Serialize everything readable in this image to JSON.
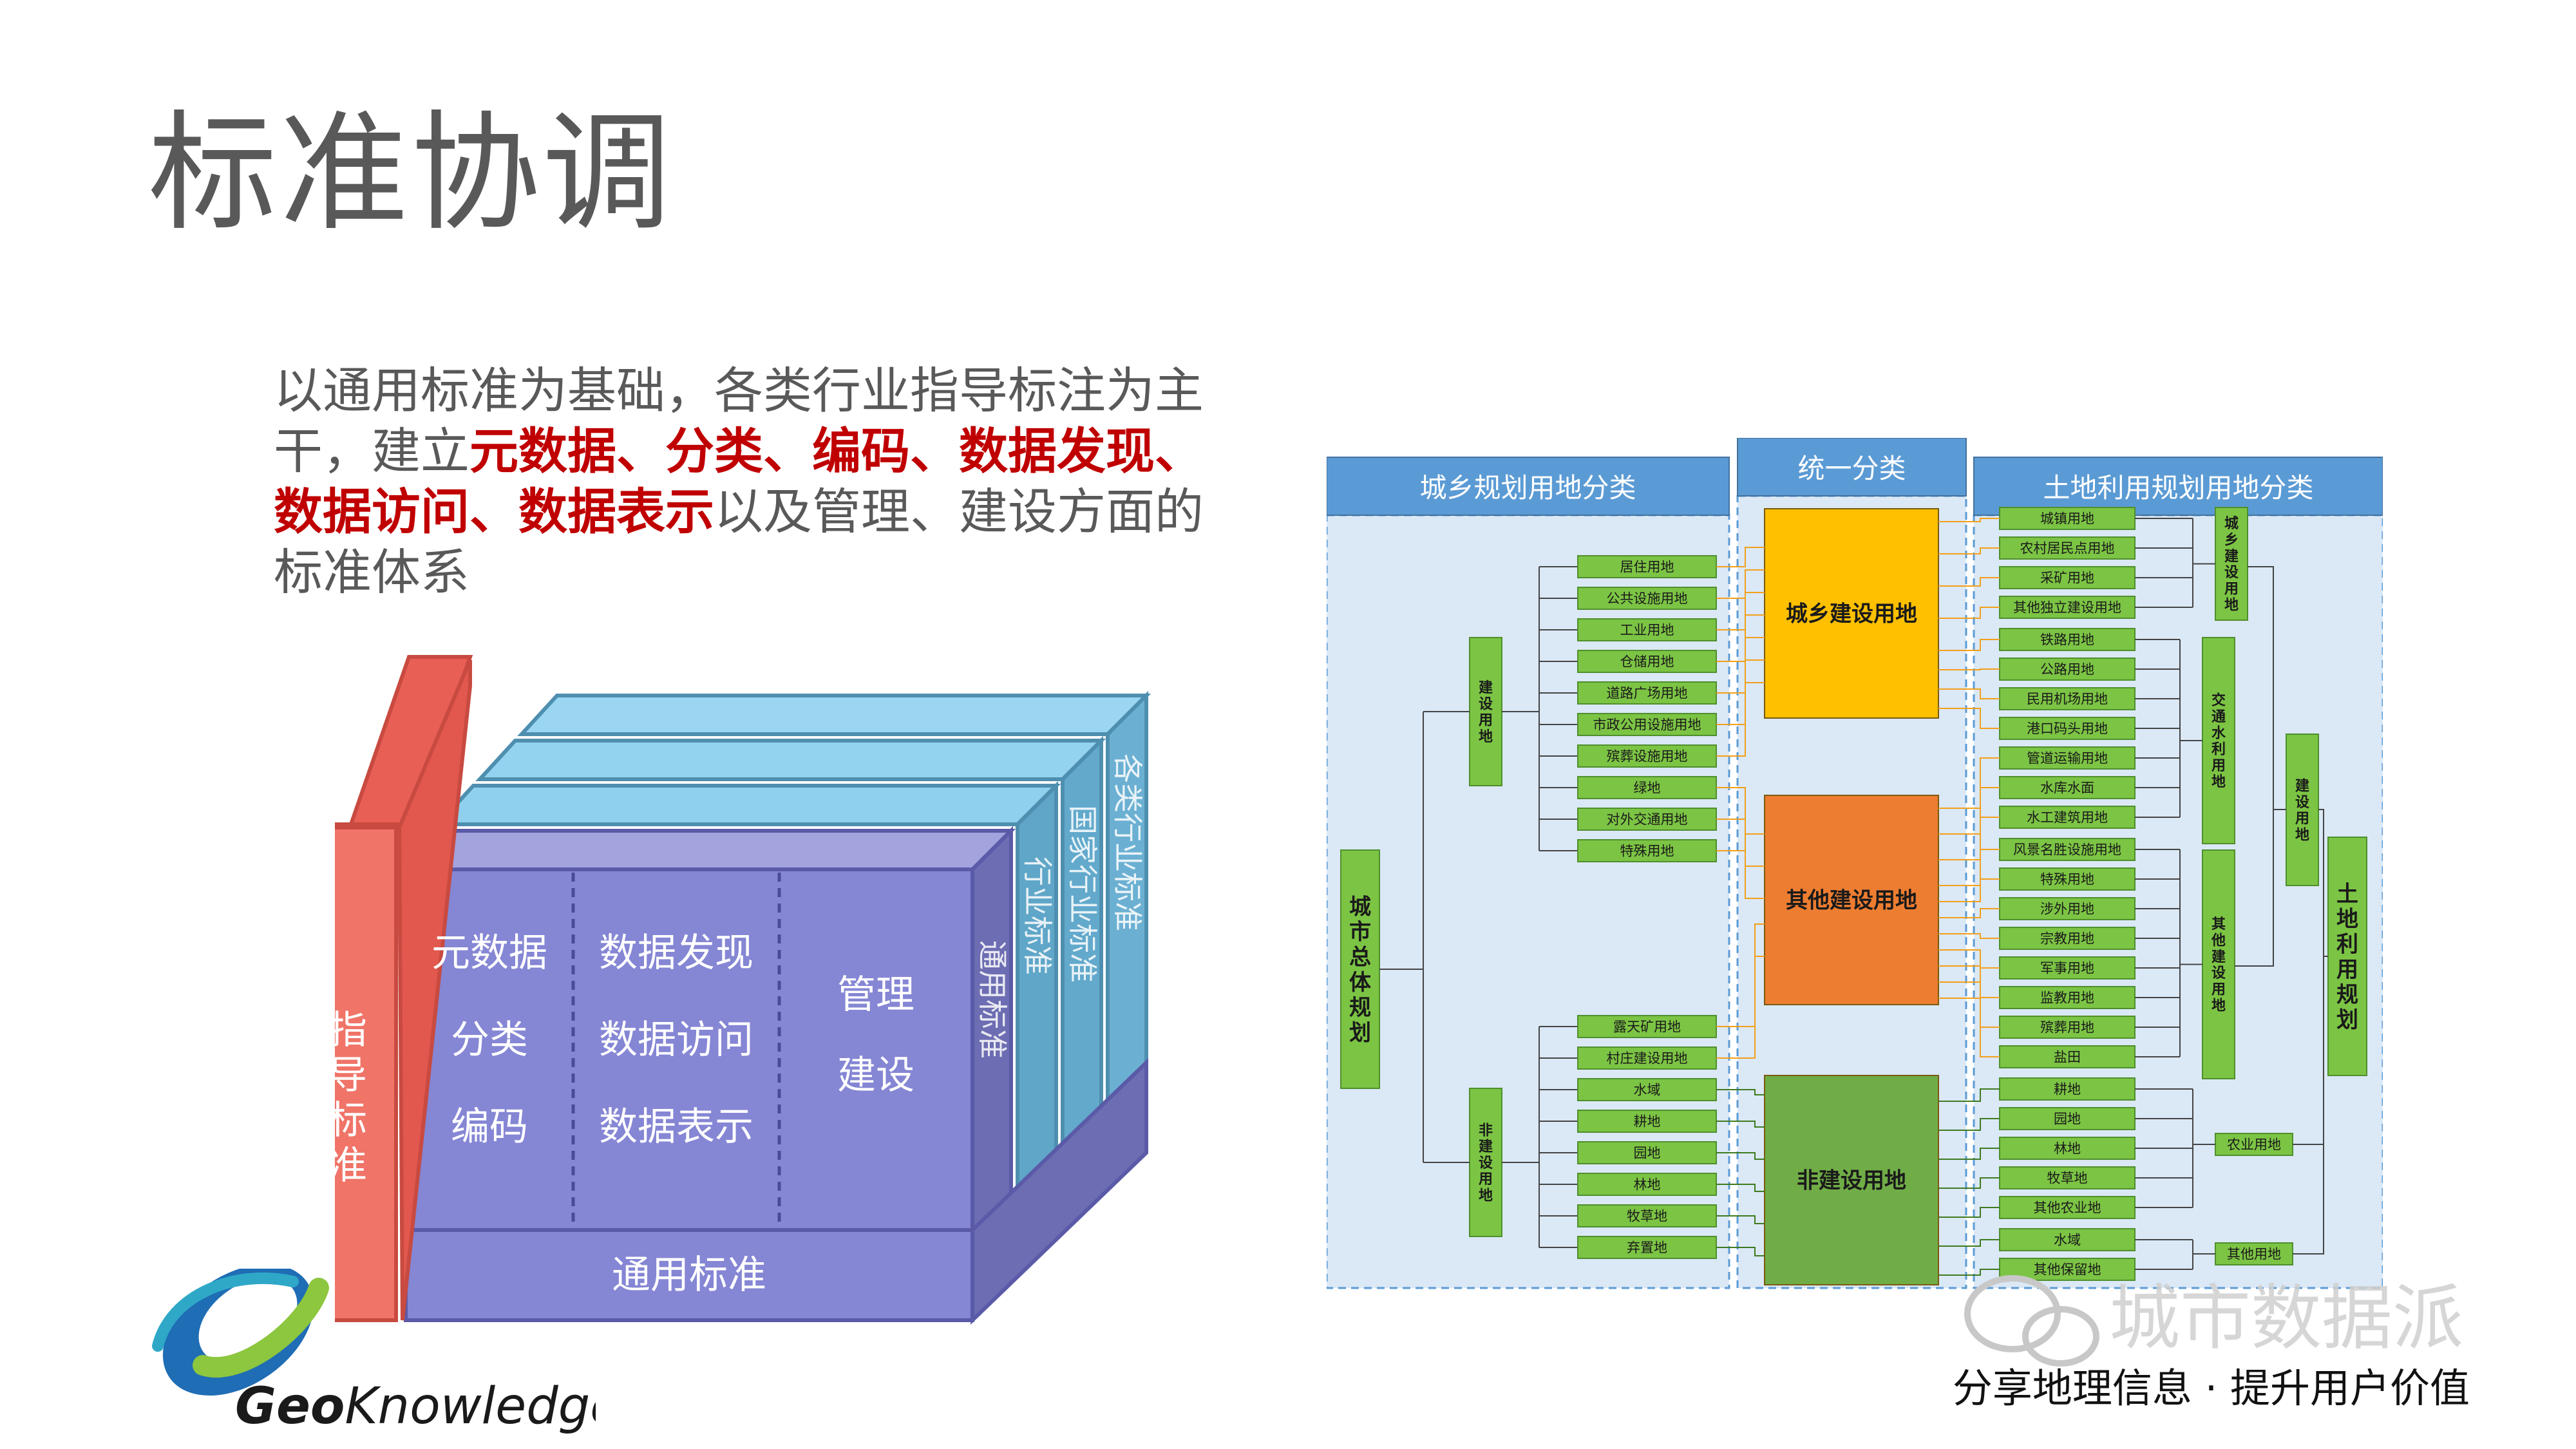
{
  "page": {
    "title": "标准协调",
    "desc": {
      "pre": "以通用标准为基础，各类行业指导标注为主干，建立",
      "highlight": "元数据、分类、编码、数据发现、数据访问、数据表示",
      "post": "以及管理、建设方面的标准体系"
    }
  },
  "cube": {
    "guide": "指导标准",
    "general": "通用标准",
    "col1": [
      "元数据",
      "分类",
      "编码"
    ],
    "col2": [
      "数据发现",
      "数据访问",
      "数据表示"
    ],
    "col3": [
      "管理",
      "建设"
    ],
    "side": [
      "通用标准",
      "行业标准",
      "国家行业标准",
      "各类行业标准"
    ],
    "colors": {
      "front": "#8586d4",
      "guide": "#f07468",
      "blue": "#8fd0ee",
      "side": "#5fa6c8"
    }
  },
  "flow": {
    "panels": [
      "城乡规划用地分类",
      "统一分类",
      "土地利用规划用地分类"
    ],
    "root_left": "城市总体规划",
    "root_right": "土地利用规划",
    "left_groups": [
      "建设用地",
      "非建设用地"
    ],
    "left_build": [
      "居住用地",
      "公共设施用地",
      "工业用地",
      "仓储用地",
      "道路广场用地",
      "市政公用设施用地",
      "殡葬设施用地",
      "绿地",
      "对外交通用地",
      "特殊用地"
    ],
    "left_non": [
      "露天矿用地",
      "村庄建设用地",
      "水域",
      "耕地",
      "园地",
      "林地",
      "牧草地",
      "弃置地"
    ],
    "center": [
      "城乡建设用地",
      "其他建设用地",
      "非建设用地"
    ],
    "right_items": [
      "城镇用地",
      "农村居民点用地",
      "采矿用地",
      "其他独立建设用地",
      "铁路用地",
      "公路用地",
      "民用机场用地",
      "港口码头用地",
      "管道运输用地",
      "水库水面",
      "水工建筑用地",
      "风景名胜设施用地",
      "特殊用地",
      "涉外用地",
      "宗教用地",
      "军事用地",
      "监教用地",
      "殡葬用地",
      "盐田",
      "耕地",
      "园地",
      "林地",
      "牧草地",
      "其他农业地",
      "水域",
      "其他保留地"
    ],
    "right_groups": [
      "城乡建设用地",
      "交通水利用地",
      "其他建设用地",
      "农业用地",
      "其他用地"
    ],
    "right_mid": "建设用地",
    "colors": {
      "box": "#7cc444",
      "center1": "#ffc000",
      "center2": "#ed7d31",
      "center3": "#70ad47",
      "header": "#5b9bd5"
    }
  },
  "brand": {
    "name": "GeoKnowledge",
    "name_a": "Geo",
    "name_b": "Knowledge"
  },
  "watermark": {
    "text": "城市数据派",
    "tagline": "分享地理信息 · 提升用户价值"
  }
}
